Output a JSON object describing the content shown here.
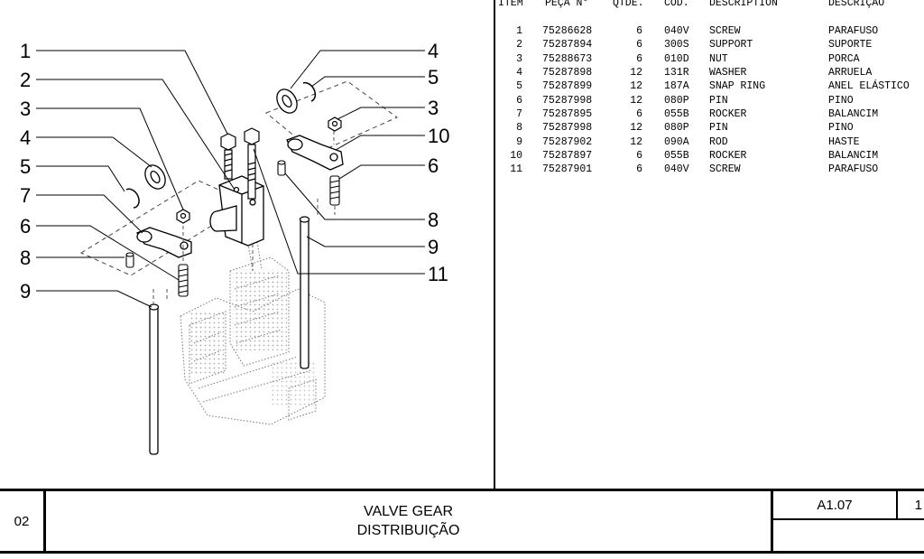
{
  "parts_table": {
    "headers": {
      "item": "ITEM",
      "part_no": "PEÇA N°",
      "qty": "QTDE.",
      "cod": "COD.",
      "description": "DESCRIPTION",
      "descricao": "DESCRIÇÃO"
    },
    "rows": [
      {
        "item": "1",
        "part_no": "75286628",
        "qty": "6",
        "cod": "040V",
        "description": "SCREW",
        "descricao": "PARAFUSO"
      },
      {
        "item": "2",
        "part_no": "75287894",
        "qty": "6",
        "cod": "300S",
        "description": "SUPPORT",
        "descricao": "SUPORTE"
      },
      {
        "item": "3",
        "part_no": "75288673",
        "qty": "6",
        "cod": "010D",
        "description": "NUT",
        "descricao": "PORCA"
      },
      {
        "item": "4",
        "part_no": "75287898",
        "qty": "12",
        "cod": "131R",
        "description": "WASHER",
        "descricao": "ARRUELA"
      },
      {
        "item": "5",
        "part_no": "75287899",
        "qty": "12",
        "cod": "187A",
        "description": "SNAP RING",
        "descricao": "ANEL ELÁSTICO"
      },
      {
        "item": "6",
        "part_no": "75287998",
        "qty": "12",
        "cod": "080P",
        "description": "PIN",
        "descricao": "PINO"
      },
      {
        "item": "7",
        "part_no": "75287895",
        "qty": "6",
        "cod": "055B",
        "description": "ROCKER",
        "descricao": "BALANCIM"
      },
      {
        "item": "8",
        "part_no": "75287998",
        "qty": "12",
        "cod": "080P",
        "description": "PIN",
        "descricao": "PINO"
      },
      {
        "item": "9",
        "part_no": "75287902",
        "qty": "12",
        "cod": "090A",
        "description": "ROD",
        "descricao": "HASTE"
      },
      {
        "item": "10",
        "part_no": "75287897",
        "qty": "6",
        "cod": "055B",
        "description": "ROCKER",
        "descricao": "BALANCIM"
      },
      {
        "item": "11",
        "part_no": "75287901",
        "qty": "6",
        "cod": "040V",
        "description": "SCREW",
        "descricao": "PARAFUSO"
      }
    ]
  },
  "drawing": {
    "callouts_left": [
      "1",
      "2",
      "3",
      "4",
      "5",
      "7",
      "6",
      "8",
      "9"
    ],
    "callouts_right": [
      "4",
      "5",
      "3",
      "10",
      "6",
      "8",
      "9",
      "11"
    ]
  },
  "title_block": {
    "sheet": "02",
    "title_en": "VALVE GEAR",
    "title_pt": "DISTRIBUIÇÃO",
    "reference": "A1.07",
    "page": "1"
  }
}
